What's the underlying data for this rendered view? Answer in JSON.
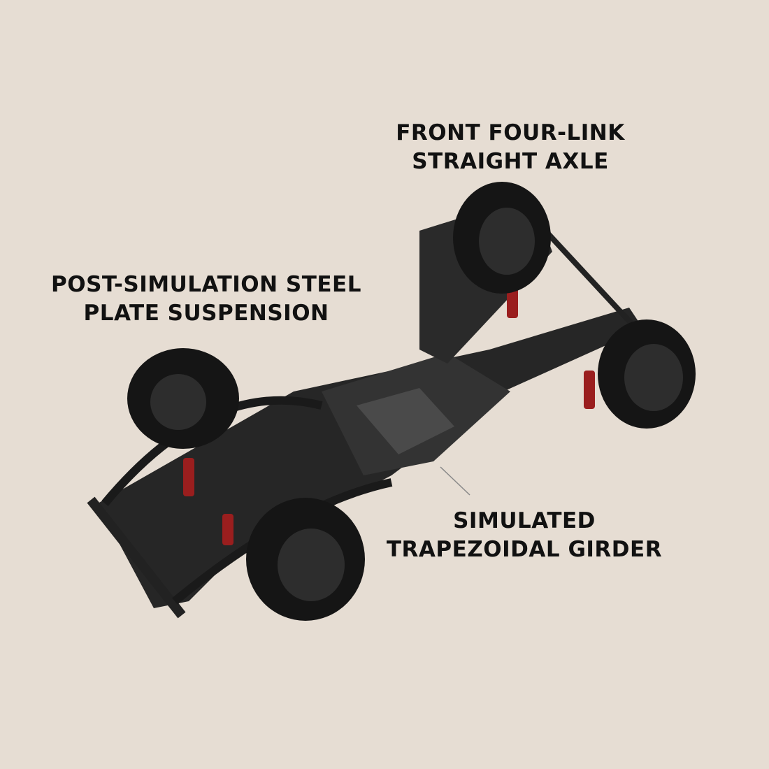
{
  "labels": {
    "front_axle": [
      "FRONT FOUR-LINK",
      "STRAIGHT AXLE"
    ],
    "rear_suspension": [
      "POST-SIMULATION STEEL",
      "PLATE SUSPENSION"
    ],
    "girder": [
      "SIMULATED",
      "TRAPEZOIDAL GIRDER"
    ]
  },
  "colors": {
    "background": "#e6ddd3",
    "chassis": "#1c1c1c",
    "shock": "#9a1e1e"
  }
}
